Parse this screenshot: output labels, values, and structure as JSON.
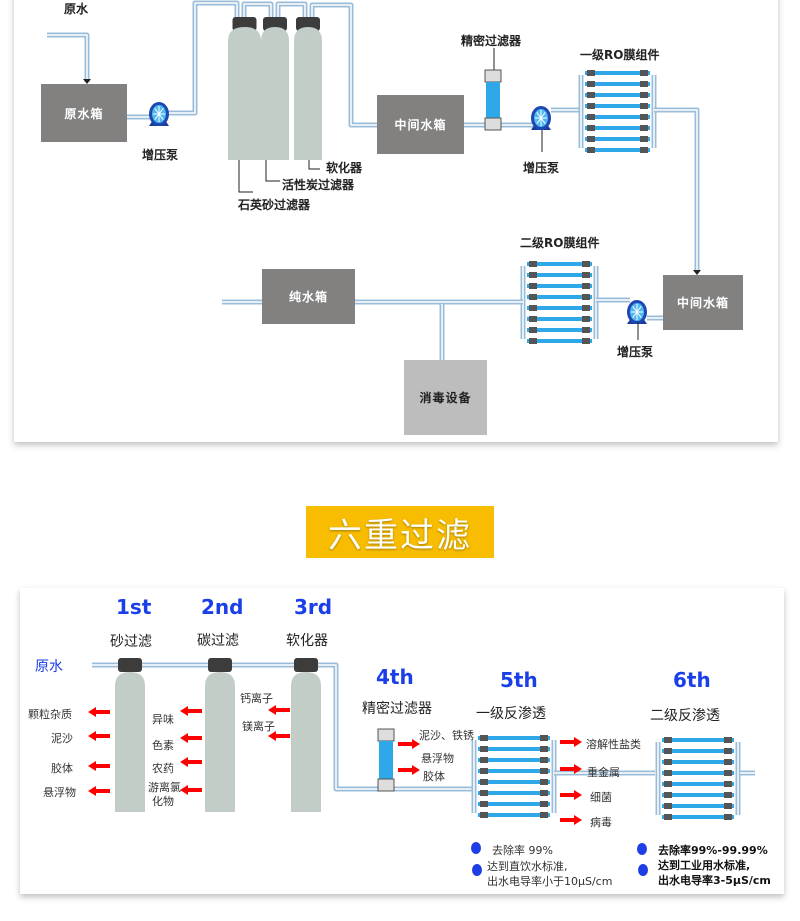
{
  "top_diagram": {
    "raw_water_label": "原水",
    "raw_water_tank": "原水箱",
    "booster_pump_1": "增压泵",
    "softener": "软化器",
    "carbon_filter": "活性炭过滤器",
    "quartz_sand_filter": "石英砂过滤器",
    "intermediate_tank_1": "中间水箱",
    "precision_filter": "精密过滤器",
    "booster_pump_2": "增压泵",
    "ro_stage1": "一级RO膜组件",
    "ro_stage2": "二级RO膜组件",
    "intermediate_tank_2": "中间水箱",
    "booster_pump_3": "增压泵",
    "pure_water_tank": "纯水箱",
    "disinfection": "消毒设备"
  },
  "section_title": "六重过滤",
  "stages": [
    {
      "num": "1st",
      "name": "砂过滤",
      "removes": [
        "颗粒杂质",
        "泥沙",
        "胶体",
        "悬浮物"
      ]
    },
    {
      "num": "2nd",
      "name": "碳过滤",
      "removes": [
        "异味",
        "色素",
        "农药",
        "游离氯",
        "化物"
      ]
    },
    {
      "num": "3rd",
      "name": "软化器",
      "removes": [
        "钙离子",
        "镁离子"
      ]
    },
    {
      "num": "4th",
      "name": "精密过滤器",
      "removes": [
        "泥沙、铁锈",
        "悬浮物",
        "胶体"
      ]
    },
    {
      "num": "5th",
      "name": "一级反渗透",
      "removes": [
        "溶解性盐类",
        "重金属",
        "细菌",
        "病毒"
      ]
    },
    {
      "num": "6th",
      "name": "二级反渗透"
    }
  ],
  "raw_water_inlet": "原水",
  "notes": {
    "stage5": [
      "去除率 99%",
      "达到直饮水标准,",
      "出水电导率小于10μS/cm"
    ],
    "stage6": [
      "去除率99%-99.99%",
      "达到工业用水标准,",
      "出水电导率3-5μS/cm"
    ]
  },
  "colors": {
    "pipe": "#9bbcd9",
    "pipe_inner": "#ffffff",
    "tank": "#828180",
    "cylinder": "#c3cdc8",
    "cap": "#3c3c3c",
    "accent_blue": "#1a3fe8",
    "arrow_red": "#ff0000",
    "title_band": "#f8bd00",
    "membrane": "#2ea8e8"
  }
}
